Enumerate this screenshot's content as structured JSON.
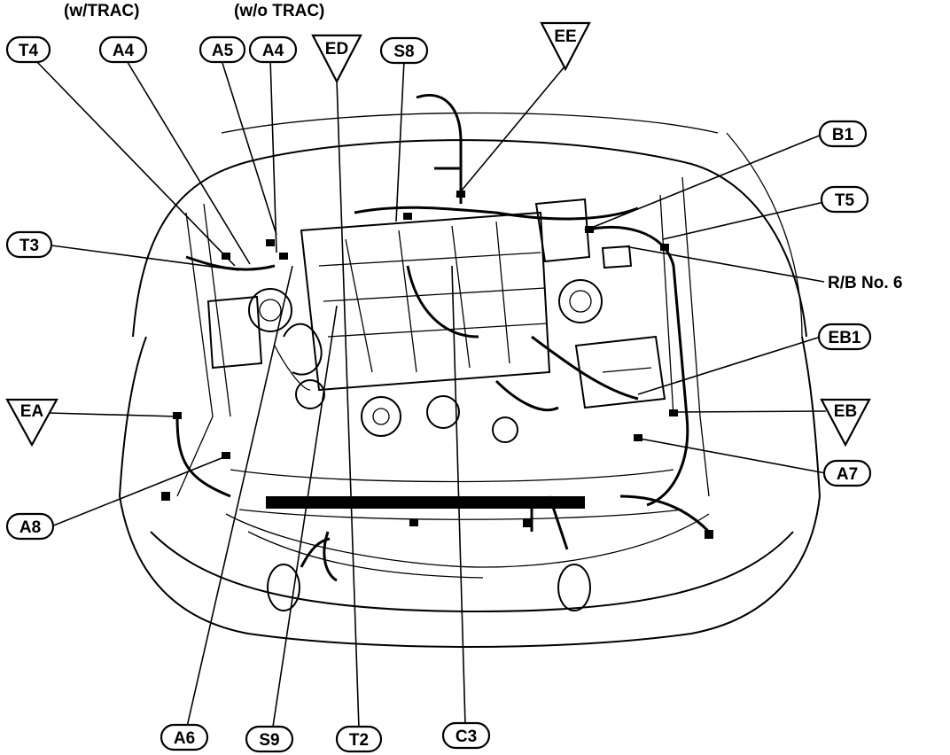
{
  "headers": {
    "with_trac": "(w/TRAC)",
    "without_trac": "(w/o TRAC)"
  },
  "labels": {
    "T4": "T4",
    "A4_trac": "A4",
    "A5": "A5",
    "A4": "A4",
    "ED": "ED",
    "S8": "S8",
    "EE": "EE",
    "B1": "B1",
    "T5": "T5",
    "T3": "T3",
    "RB6": "R/B No. 6",
    "EB1": "EB1",
    "EA": "EA",
    "EB": "EB",
    "A7": "A7",
    "A8": "A8",
    "A6": "A6",
    "S9": "S9",
    "T2": "T2",
    "C3": "C3"
  }
}
